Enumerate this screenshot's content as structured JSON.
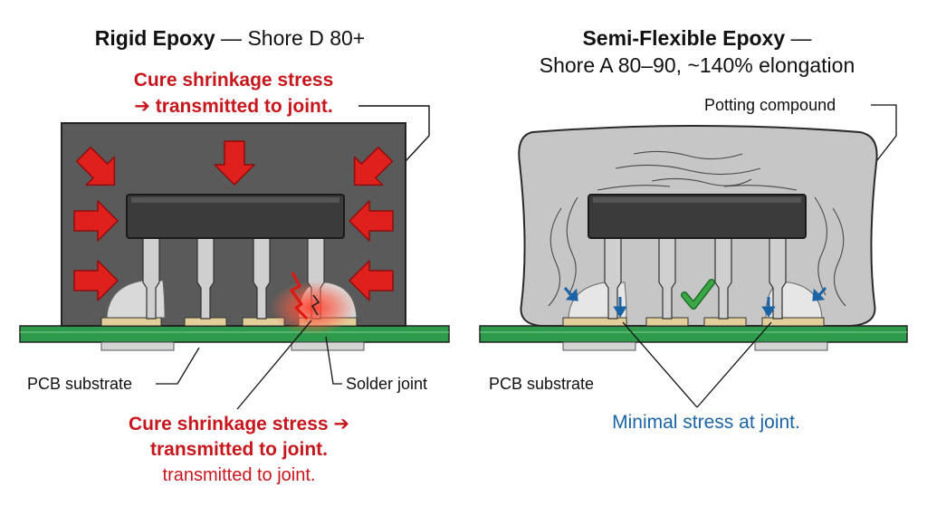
{
  "left": {
    "title_bold": "Rigid Epoxy",
    "title_rest": " — Shore D 80+",
    "callout_top_line1": "Cure shrinkage stress",
    "callout_top_line2": "➔ transmitted to joint.",
    "pcb_label": "PCB substrate",
    "solder_label": "Solder joint",
    "callout_bottom_line1": "Cure shrinkage stress ➔",
    "callout_bottom_line2": "transmitted to joint.",
    "callout_bottom_line3": "transmitted to joint."
  },
  "right": {
    "title_line1_bold": "Semi-Flexible Epoxy",
    "title_line1_rest": " —",
    "title_line2": "Shore A 80–90, ~140% elongation",
    "potting_label": "Potting compound",
    "pcb_label": "PCB substrate",
    "stress_label": "Minimal stress at joint."
  },
  "colors": {
    "red": "#c8161d",
    "arrow_red": "#e0201c",
    "blue": "#1a64a6",
    "green_pcb": "#2e9a4b",
    "check_green": "#3aa845",
    "rigid_fill": "#5a5a5a",
    "flex_fill": "#c6c6c6",
    "chip": "#3b3b3b",
    "pad": "#e2cf9a"
  }
}
